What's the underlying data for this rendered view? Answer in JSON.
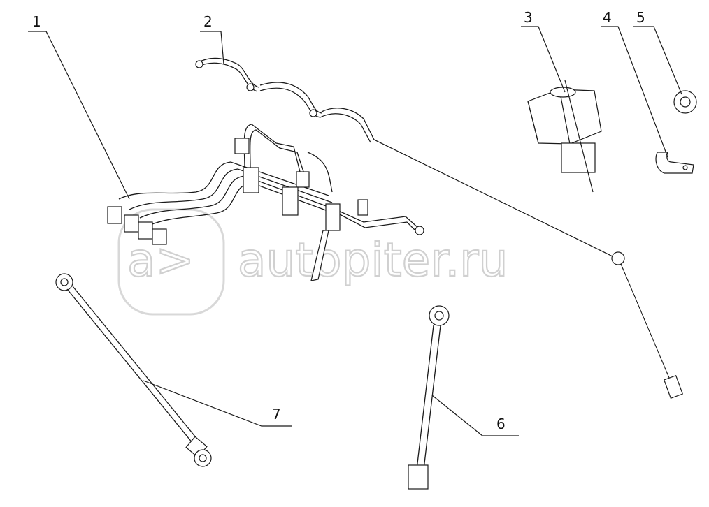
{
  "callouts": [
    "1",
    "2",
    "3",
    "4",
    "5",
    "6",
    "7"
  ],
  "watermark": {
    "logo_text": "a>",
    "text": "autopiter.ru"
  },
  "colors": {
    "line": "#1a1a1a",
    "watermark": "#d0d0d0",
    "background": "#ffffff"
  }
}
